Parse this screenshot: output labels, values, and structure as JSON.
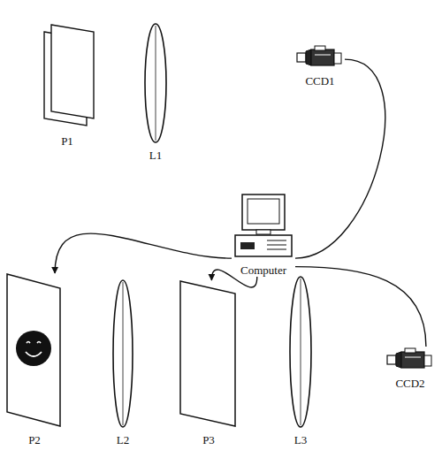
{
  "diagram": {
    "nodes": [
      {
        "text": [
          "P1"
        ]
      },
      {
        "text": [
          "L1"
        ]
      },
      {
        "text": [
          "CCD1"
        ]
      },
      {
        "text": [
          "Computer"
        ]
      },
      {
        "text": [
          "P2"
        ]
      },
      {
        "text": [
          "L2"
        ]
      },
      {
        "text": [
          "P3"
        ]
      },
      {
        "text": [
          "L3"
        ]
      },
      {
        "text": [
          "CCD2"
        ]
      }
    ],
    "edges": [
      {
        "from": 3,
        "to": 2,
        "arrow": "none"
      },
      {
        "from": 3,
        "to": 4,
        "arrow": "to"
      },
      {
        "from": 3,
        "to": 6,
        "arrow": "to"
      },
      {
        "from": 3,
        "to": 8,
        "arrow": "none"
      }
    ]
  }
}
